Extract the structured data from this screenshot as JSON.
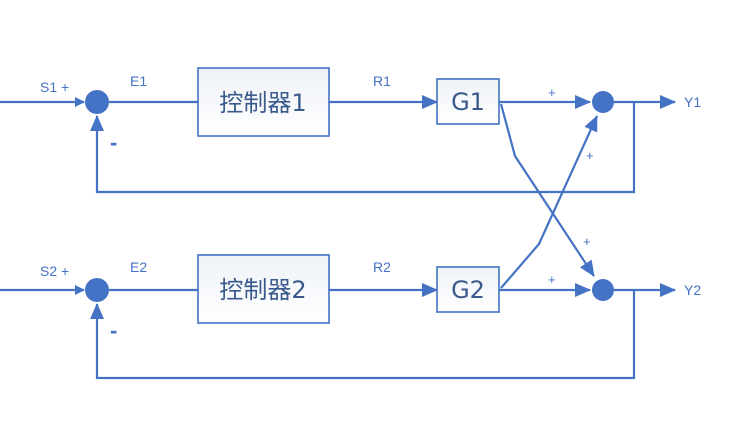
{
  "diagram": {
    "loop1": {
      "input_label": "S1 +",
      "error_label": "E1",
      "controller_label": "控制器1",
      "control_signal_label": "R1",
      "plant_label": "G1",
      "output_label": "Y1",
      "feedback_sign": "-",
      "direct_sign": "+",
      "cross_sign": "+"
    },
    "loop2": {
      "input_label": "S2 +",
      "error_label": "E2",
      "controller_label": "控制器2",
      "control_signal_label": "R2",
      "plant_label": "G2",
      "output_label": "Y2",
      "feedback_sign": "-",
      "direct_sign": "+",
      "cross_sign": "+"
    },
    "colors": {
      "line": "#4472C4",
      "box_text": "#3a5a8c"
    }
  }
}
